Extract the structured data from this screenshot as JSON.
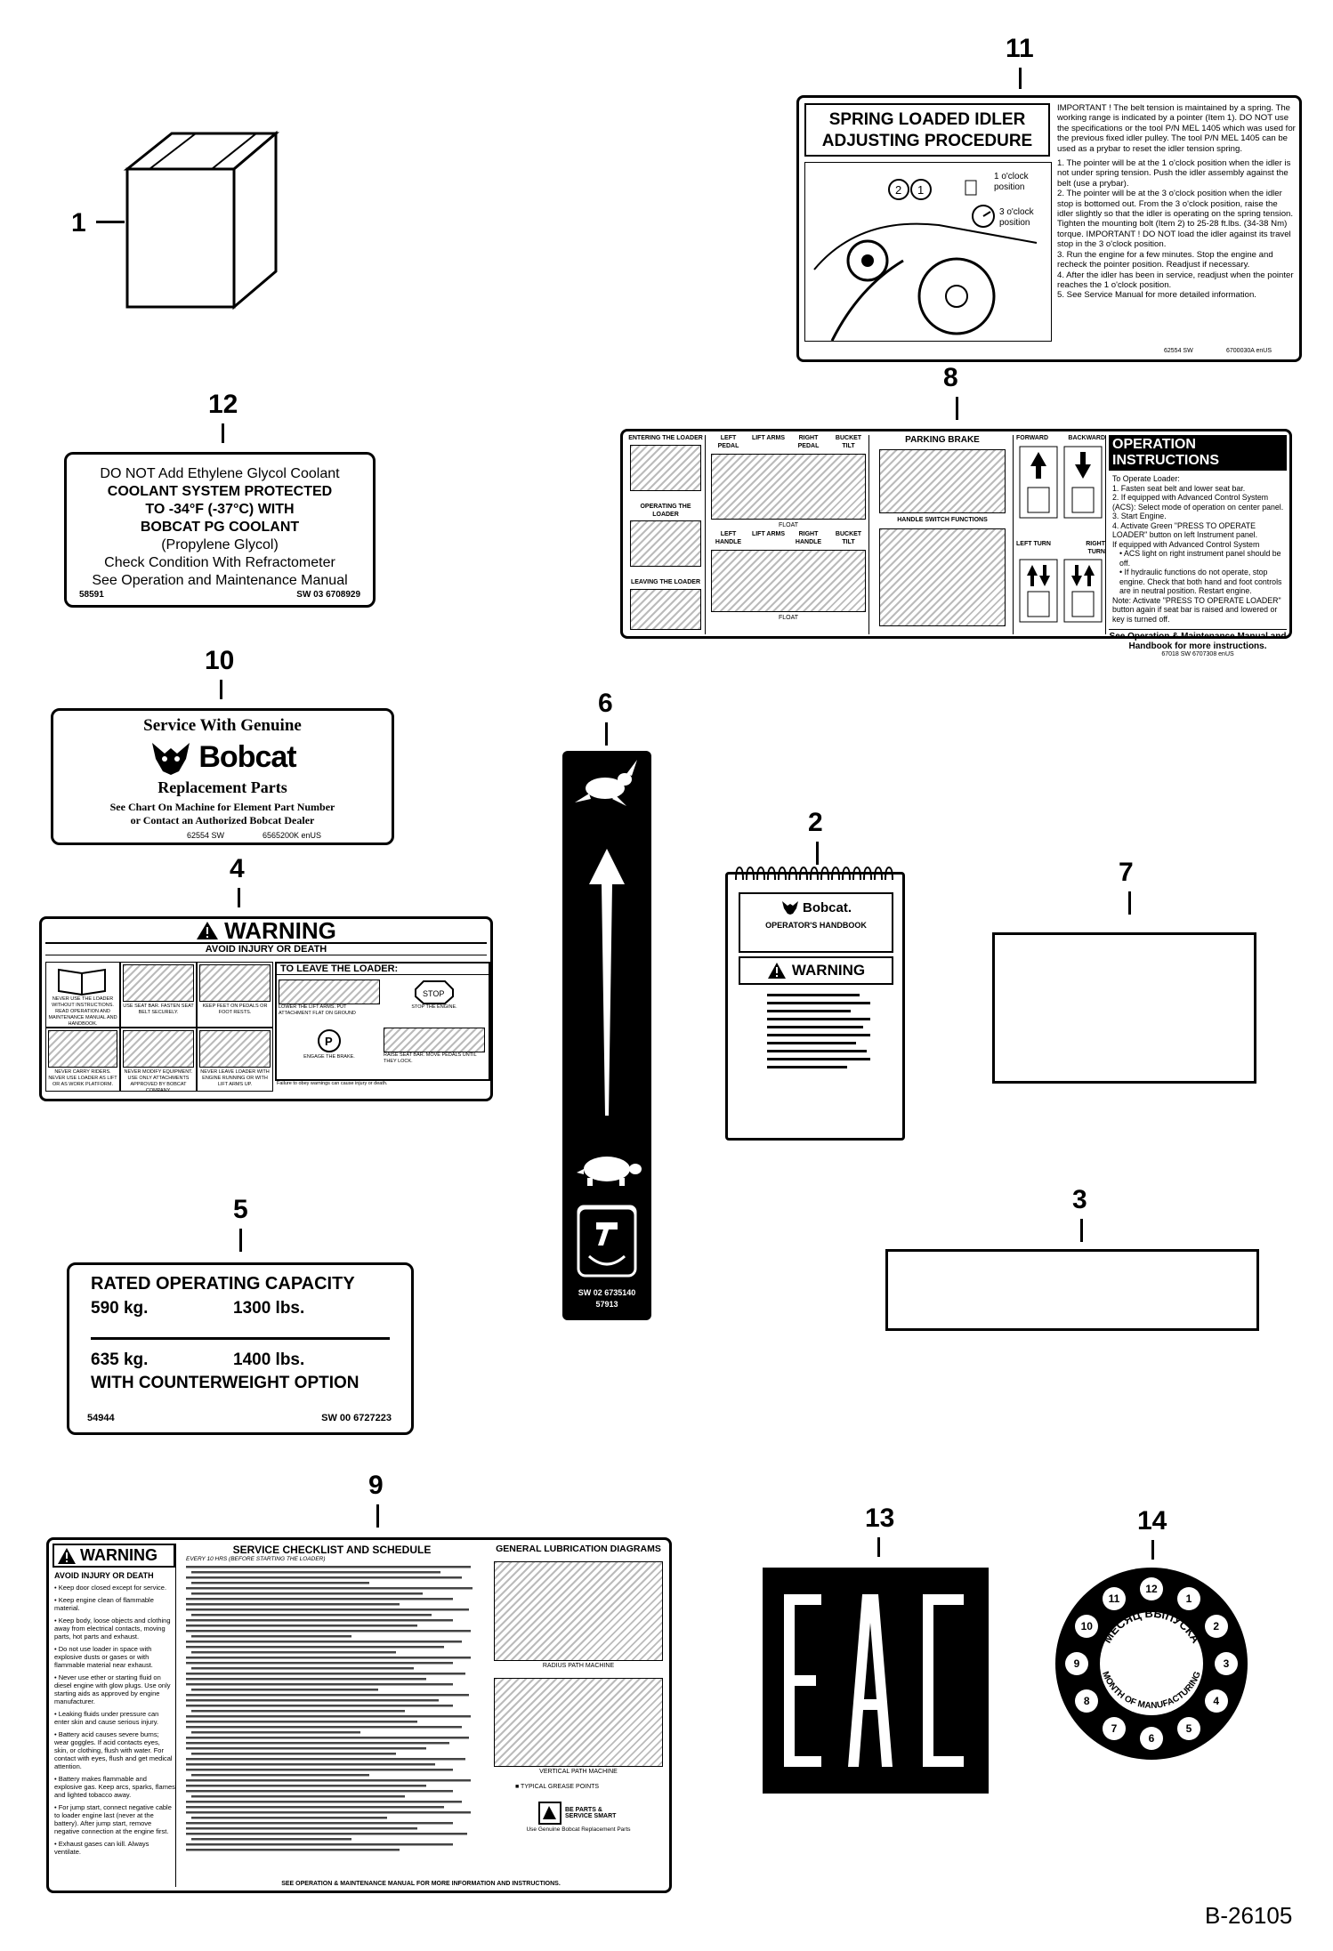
{
  "items": {
    "n1": "1",
    "n2": "2",
    "n3": "3",
    "n4": "4",
    "n5": "5",
    "n6": "6",
    "n7": "7",
    "n8": "8",
    "n9": "9",
    "n10": "10",
    "n11": "11",
    "n12": "12",
    "n13": "13",
    "n14": "14"
  },
  "decal11": {
    "title1": "SPRING LOADED IDLER",
    "title2": "ADJUSTING PROCEDURE",
    "callout1": "1 o'clock position",
    "callout3": "3 o'clock position",
    "important": "IMPORTANT ! The belt tension is maintained by a spring. The working range is indicated by a pointer (Item 1). DO NOT use the specifications or the tool P/N MEL 1405 which was used for the previous fixed idler pulley. The tool P/N MEL 1405 can be used as a prybar to reset the idler tension spring.",
    "step1": "1. The pointer will be at the 1 o'clock position when the idler is not under spring tension. Push the idler assembly against the belt (use a prybar).",
    "step2": "2. The pointer will be at the 3 o'clock position when the idler stop is bottomed out. From the 3 o'clock position, raise the idler slightly so that the idler is operating on the spring tension. Tighten the mounting bolt (Item 2) to 25-28 ft.lbs. (34-38 Nm) torque. IMPORTANT ! DO NOT load the idler against its travel stop in the 3 o'clock position.",
    "step3": "3. Run the engine for a few minutes. Stop the engine and recheck the pointer position. Readjust if necessary.",
    "step4": "4. After the idler has been in service, readjust when the pointer reaches the 1 o'clock position.",
    "step5": "5. See Service Manual for more detailed information.",
    "code1": "62554 SW",
    "code2": "6700030A enUS"
  },
  "decal12": {
    "line1": "DO NOT Add Ethylene Glycol Coolant",
    "line2": "COOLANT SYSTEM PROTECTED",
    "line3": "TO -34°F (-37°C) WITH",
    "line4": "BOBCAT PG COOLANT",
    "line5": "(Propylene Glycol)",
    "line6": "Check Condition With Refractometer",
    "line7": "See Operation and Maintenance Manual",
    "code1": "58591",
    "code2": "SW 03  6708929"
  },
  "decal8": {
    "col1": [
      "ENTERING THE LOADER",
      "OPERATING THE LOADER",
      "LEAVING THE LOADER"
    ],
    "heads_top": [
      "LEFT PEDAL",
      "LIFT ARMS",
      "RIGHT PEDAL",
      "BUCKET TILT"
    ],
    "heads_bottom": [
      "LEFT HANDLE",
      "LIFT ARMS",
      "RIGHT HANDLE",
      "BUCKET TILT"
    ],
    "float": "FLOAT",
    "parking_brake": "PARKING BRAKE",
    "forward": "FORWARD",
    "backward": "BACKWARD",
    "handle_switch": "HANDLE SWITCH FUNCTIONS",
    "left_turn": "LEFT TURN",
    "right_turn": "RIGHT TURN",
    "title": "OPERATION INSTRUCTIONS",
    "to_operate": "To Operate Loader:",
    "i1": "1.  Fasten seat belt and lower seat bar.",
    "i2": "2.  If equipped with Advanced Control System (ACS): Select mode of operation on center panel.",
    "i3": "3.  Start Engine.",
    "i4": "4.  Activate Green \"PRESS TO OPERATE LOADER\" button on left Instrument panel.",
    "i5": "If equipped with Advanced Control System",
    "i6": "• ACS light on right instrument panel should be off.",
    "i7": "• If hydraulic functions do not operate, stop engine. Check that both hand and foot controls are in neutral position. Restart engine.",
    "note": "Note: Activate \"PRESS TO OPERATE LOADER\" button again if seat bar is raised and lowered or key is turned off.",
    "footer": "See Operation & Maintenance Manual and Handbook for more instructions.",
    "code": "67018 SW   6707308 enUS"
  },
  "decal10": {
    "line1": "Service With Genuine",
    "brand": "Bobcat",
    "line3": "Replacement Parts",
    "line4": "See Chart On Machine for Element Part Number",
    "line5": "or Contact an Authorized Bobcat Dealer",
    "code1": "62554 SW",
    "code2": "6565200K enUS"
  },
  "decal4": {
    "title": "WARNING",
    "subtitle": "AVOID INJURY OR DEATH",
    "leave": "TO LEAVE THE LOADER:",
    "c1": "NEVER USE THE LOADER WITHOUT INSTRUCTIONS. READ OPERATION AND MAINTENANCE MANUAL AND HANDBOOK.",
    "c2": "USE SEAT BAR. FASTEN SEAT BELT SECURELY.",
    "c3": "KEEP FEET ON PEDALS OR FOOT RESTS.",
    "s1": "LOWER THE LIFT ARMS. PUT ATTACHMENT FLAT ON GROUND",
    "s2": "STOP THE ENGINE.",
    "s3": "ENGAGE THE BRAKE.",
    "s4": "RAISE SEAT BAR. MOVE PEDALS UNTIL THEY LOCK.",
    "c4": "NEVER CARRY RIDERS. NEVER USE LOADER AS LIFT OR AS WORK PLATFORM.",
    "c5": "NEVER MODIFY EQUIPMENT. USE ONLY ATTACHMENTS APPROVED BY BOBCAT COMPANY.",
    "c6": "NEVER LEAVE LOADER WITH ENGINE RUNNING OR WITH LIFT ARMS UP.",
    "foot": "Failure to obey warnings can cause injury or death."
  },
  "decal6": {
    "code1": "SW 02  6735140",
    "code2": "57913"
  },
  "decal2": {
    "brand": "Bobcat.",
    "title": "OPERATOR'S HANDBOOK",
    "warning": "WARNING"
  },
  "decal5": {
    "title": "RATED OPERATING CAPACITY",
    "kg1": "590 kg.",
    "lbs1": "1300 lbs.",
    "kg2": "635 kg.",
    "lbs2": "1400 lbs.",
    "option": "WITH COUNTERWEIGHT OPTION",
    "code1": "54944",
    "code2": "SW 00  6727223"
  },
  "decal9": {
    "warning": "WARNING",
    "avoid": "AVOID INJURY OR DEATH",
    "bullets": [
      "Keep door closed except for service.",
      "Keep engine clean of flammable material.",
      "Keep body, loose objects and clothing away from electrical contacts, moving parts, hot parts and exhaust.",
      "Do not use loader in space with explosive dusts or gases or with flammable material near exhaust.",
      "Never use ether or starting fluid on diesel engine with glow plugs. Use only starting aids as approved by engine manufacturer.",
      "Leaking fluids under pressure can enter skin and cause serious injury.",
      "Battery acid causes severe burns; wear goggles. If acid contacts eyes, skin, or clothing, flush with water. For contact with eyes, flush and get medical attention.",
      "Battery makes flammable and explosive gas. Keep arcs, sparks, flames and lighted tobacco away.",
      "For jump start, connect negative cable to loader engine last (never at the battery). After jump start, remove negative connection at the engine first.",
      "Exhaust gases can kill. Always ventilate."
    ],
    "checklist_title": "SERVICE CHECKLIST AND SCHEDULE",
    "checklist_sub": "EVERY 10 HRS (BEFORE STARTING THE LOADER)",
    "lub_title": "GENERAL LUBRICATION DIAGRAMS",
    "radius": "RADIUS PATH MACHINE",
    "vertical": "VERTICAL PATH MACHINE",
    "grease": "TYPICAL GREASE POINTS",
    "smart": "BE PARTS & SERVICE SMART",
    "genuine": "Use Genuine Bobcat Replacement Parts",
    "footer": "SEE OPERATION & MAINTENANCE MANUAL FOR MORE INFORMATION AND INSTRUCTIONS."
  },
  "decal13": {
    "text": "EAC"
  },
  "decal14": {
    "months": [
      "12",
      "1",
      "2",
      "3",
      "4",
      "5",
      "6",
      "7",
      "8",
      "9",
      "10",
      "11"
    ],
    "ru": "МЕСЯЦ ВЫПУСКА",
    "en": "MONTH OF MANUFACTURING"
  },
  "ref": "B-26105",
  "colors": {
    "ink": "#000000",
    "paper": "#ffffff"
  },
  "icons": [
    "rabbit-icon",
    "turtle-icon",
    "warning-triangle-icon",
    "bobcat-logo-icon",
    "book-icon",
    "stop-sign-icon",
    "brake-icon"
  ]
}
